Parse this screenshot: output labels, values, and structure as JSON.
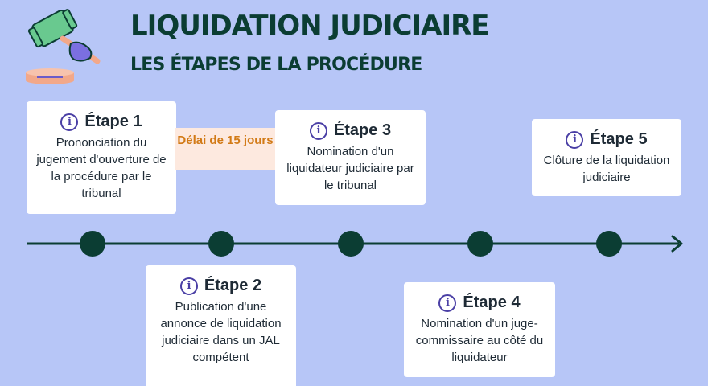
{
  "header": {
    "title": "LIQUIDATION JUDICIAIRE",
    "subtitle": "LES ÉTAPES DE LA PROCÉDURE"
  },
  "logo": {
    "icon": "gavel-in-hand-icon"
  },
  "steps": [
    {
      "title": "Étape 1",
      "text": "Prononciation du jugement d'ouverture de la procédure par le tribunal"
    },
    {
      "title": "Étape 2",
      "text": "Publication d'une annonce de liquidation judiciaire dans un JAL compétent"
    },
    {
      "title": "Étape 3",
      "text": "Nomination d'un liquidateur judiciaire par le tribunal"
    },
    {
      "title": "Étape 4",
      "text": "Nomination d'un juge-commissaire au côté du liquidateur"
    },
    {
      "title": "Étape 5",
      "text": "Clôture de la liquidation judiciaire"
    }
  ],
  "delay": {
    "label": "Délai de 15 jours"
  },
  "colors": {
    "background": "#b7c6f7",
    "title": "#0b3d33",
    "timeline": "#0b3d33",
    "icon": "#4a3fa5",
    "delay_bg": "#fde9df",
    "delay_text": "#d27a16"
  }
}
